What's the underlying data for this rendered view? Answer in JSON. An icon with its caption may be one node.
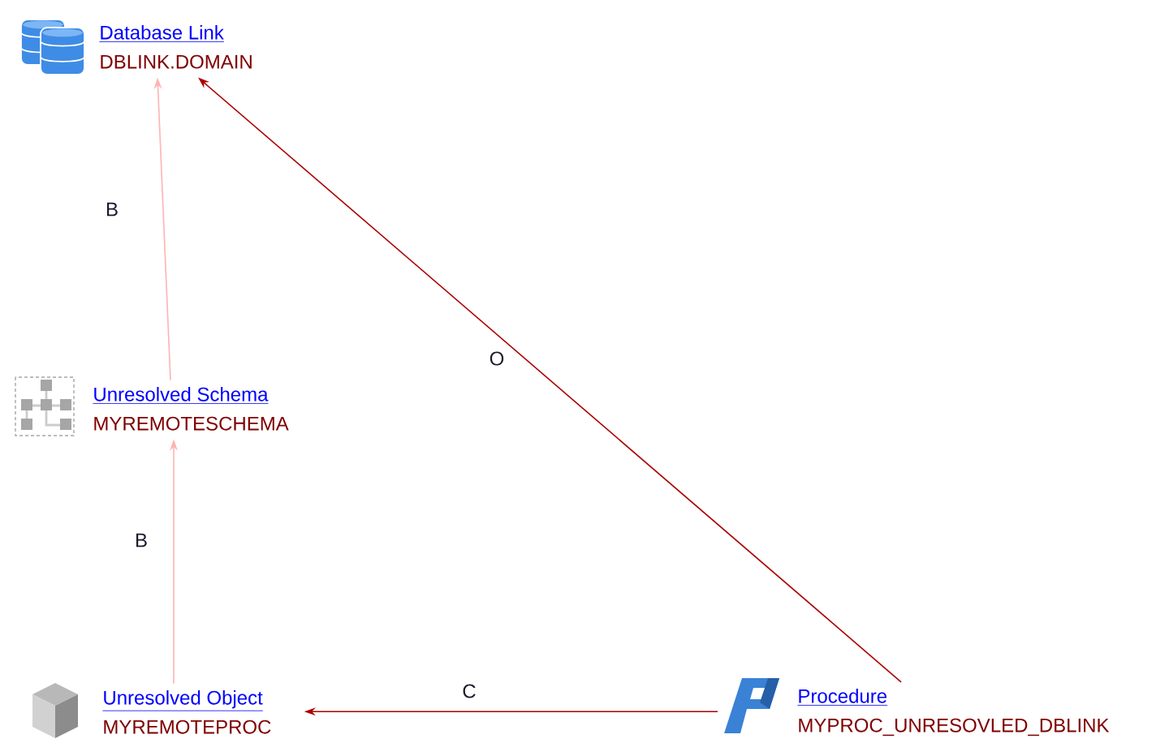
{
  "diagram": {
    "nodes": [
      {
        "text": [
          "Database Link",
          "DBLINK.DOMAIN"
        ]
      },
      {
        "text": [
          "Unresolved Schema",
          "MYREMOTESCHEMA"
        ]
      },
      {
        "text": [
          "Unresolved Object",
          "MYREMOTEPROC"
        ]
      },
      {
        "text": [
          "Procedure",
          "MYPROC_UNRESOVLED_DBLINK"
        ]
      }
    ],
    "edges": [
      {
        "from": 1,
        "to": 0,
        "arrow": "to",
        "label": "B",
        "color": "#ffb3b3"
      },
      {
        "from": 2,
        "to": 1,
        "arrow": "to",
        "label": "B",
        "color": "#ffb3b3"
      },
      {
        "from": 3,
        "to": 0,
        "arrow": "to",
        "label": "O",
        "color": "#aa0000"
      },
      {
        "from": 3,
        "to": 2,
        "arrow": "to",
        "label": "C",
        "color": "#aa0000"
      }
    ]
  }
}
